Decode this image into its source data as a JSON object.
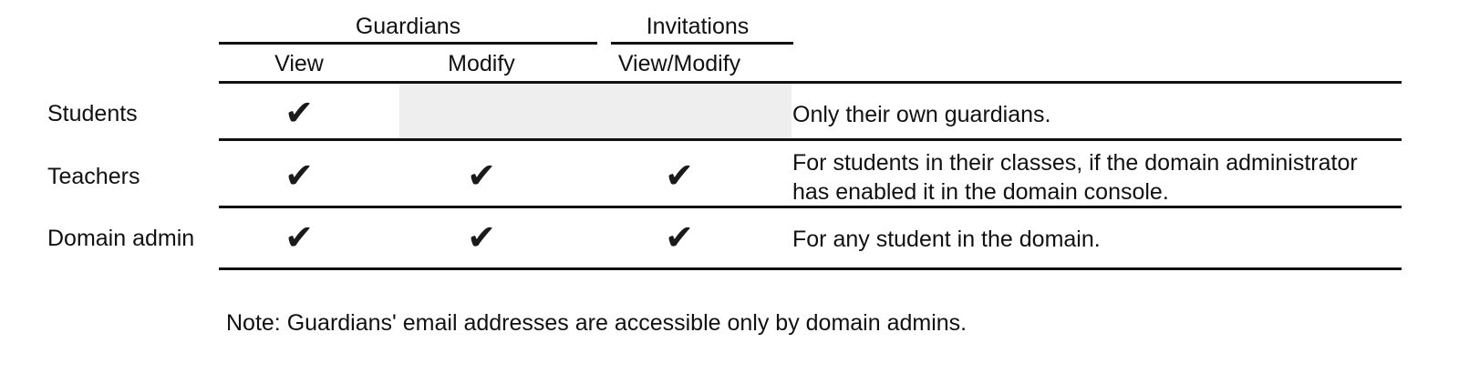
{
  "table": {
    "column_groups": [
      {
        "label": "Guardians",
        "span": 2
      },
      {
        "label": "Invitations",
        "span": 1
      }
    ],
    "columns": [
      {
        "label": "View"
      },
      {
        "label": "Modify"
      },
      {
        "label": "View/Modify"
      },
      {
        "label": ""
      }
    ],
    "check_glyph": "✔",
    "rows": [
      {
        "label": "Students",
        "guardians_view": "✔",
        "guardians_modify": "",
        "invitations_view_modify": "",
        "description": "Only their own guardians."
      },
      {
        "label": "Teachers",
        "guardians_view": "✔",
        "guardians_modify": "✔",
        "invitations_view_modify": "✔",
        "description": "For students in their classes, if the domain administrator\nhas enabled it in the domain console."
      },
      {
        "label": "Domain admin",
        "guardians_view": "✔",
        "guardians_modify": "✔",
        "invitations_view_modify": "✔",
        "description": "For any student in the domain."
      }
    ]
  },
  "note": "Note: Guardians' email addresses are accessible only by domain admins.",
  "colors": {
    "rule": "#111111",
    "text": "#111111",
    "shaded_cell": "#eeeeee",
    "background": "#ffffff"
  }
}
